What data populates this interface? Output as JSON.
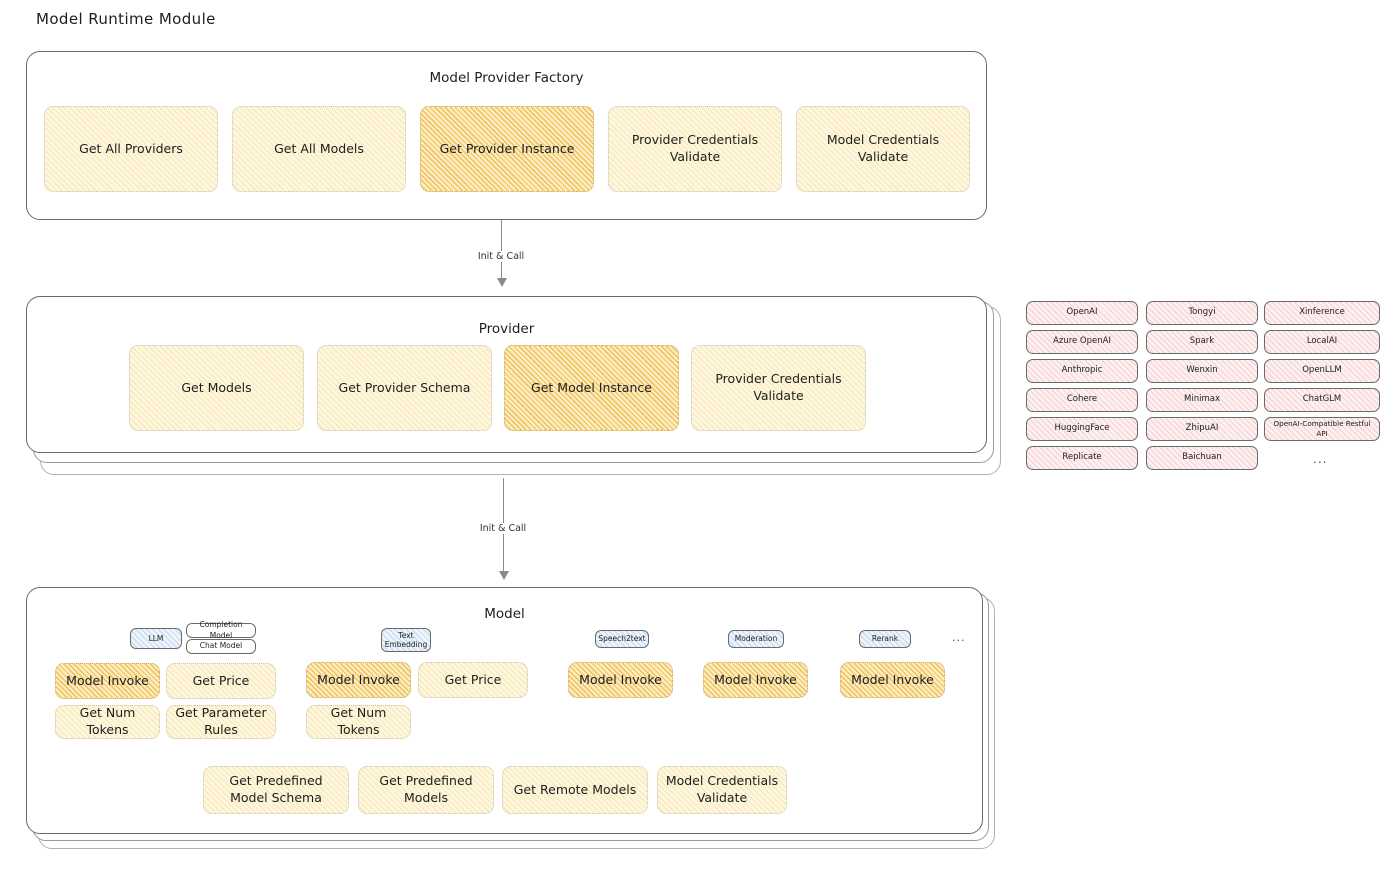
{
  "page": {
    "title": "Model Runtime Module"
  },
  "factory": {
    "title": "Model Provider Factory",
    "nodes": [
      {
        "label": "Get All Providers",
        "highlight": false
      },
      {
        "label": "Get All Models",
        "highlight": false
      },
      {
        "label": "Get Provider Instance",
        "highlight": true
      },
      {
        "label": "Provider Credentials Validate",
        "highlight": false
      },
      {
        "label": "Model Credentials Validate",
        "highlight": false
      }
    ]
  },
  "arrows": [
    {
      "label": "Init & Call"
    },
    {
      "label": "Init & Call"
    }
  ],
  "provider": {
    "title": "Provider",
    "nodes": [
      {
        "label": "Get Models",
        "highlight": false
      },
      {
        "label": "Get Provider Schema",
        "highlight": false
      },
      {
        "label": "Get Model Instance",
        "highlight": true
      },
      {
        "label": "Provider Credentials Validate",
        "highlight": false
      }
    ]
  },
  "provider_list": {
    "ellipsis": "...",
    "columns": [
      {
        "items": [
          "OpenAI",
          "Azure OpenAI",
          "Anthropic",
          "Cohere",
          "HuggingFace",
          "Replicate"
        ]
      },
      {
        "items": [
          "Tongyi",
          "Spark",
          "Wenxin",
          "Minimax",
          "ZhipuAI",
          "Baichuan"
        ]
      },
      {
        "items": [
          "Xinference",
          "LocalAI",
          "OpenLLM",
          "ChatGLM",
          "OpenAI-Compatible Restful API"
        ]
      }
    ]
  },
  "model": {
    "title": "Model",
    "ellipsis": "...",
    "types": [
      {
        "badge": "LLM",
        "sub_badges": [
          "Completion Model",
          "Chat Model"
        ],
        "methods": [
          {
            "label": "Model Invoke",
            "highlight": true
          },
          {
            "label": "Get Price",
            "highlight": false
          },
          {
            "label": "Get Num Tokens",
            "highlight": false
          },
          {
            "label": "Get Parameter Rules",
            "highlight": false
          }
        ]
      },
      {
        "badge": "Text Embedding",
        "sub_badges": [],
        "methods": [
          {
            "label": "Model Invoke",
            "highlight": true
          },
          {
            "label": "Get Price",
            "highlight": false
          },
          {
            "label": "Get Num Tokens",
            "highlight": false
          }
        ]
      },
      {
        "badge": "Speech2text",
        "sub_badges": [],
        "methods": [
          {
            "label": "Model Invoke",
            "highlight": true
          }
        ]
      },
      {
        "badge": "Moderation",
        "sub_badges": [],
        "methods": [
          {
            "label": "Model Invoke",
            "highlight": true
          }
        ]
      },
      {
        "badge": "Rerank",
        "sub_badges": [],
        "methods": [
          {
            "label": "Model Invoke",
            "highlight": true
          }
        ]
      }
    ],
    "common_methods": [
      {
        "label": "Get Predefined Model Schema"
      },
      {
        "label": "Get Predefined Models"
      },
      {
        "label": "Get Remote Models"
      },
      {
        "label": "Model Credentials Validate"
      }
    ]
  },
  "colors": {
    "highlight_fill": "#fcecc4",
    "node_fill": "#fdf6e0",
    "provider_chip_fill": "#fdf0f0",
    "badge_fill": "#eef4fb",
    "stroke": "#6a6a6a",
    "arrow": "#8a8a8a"
  }
}
